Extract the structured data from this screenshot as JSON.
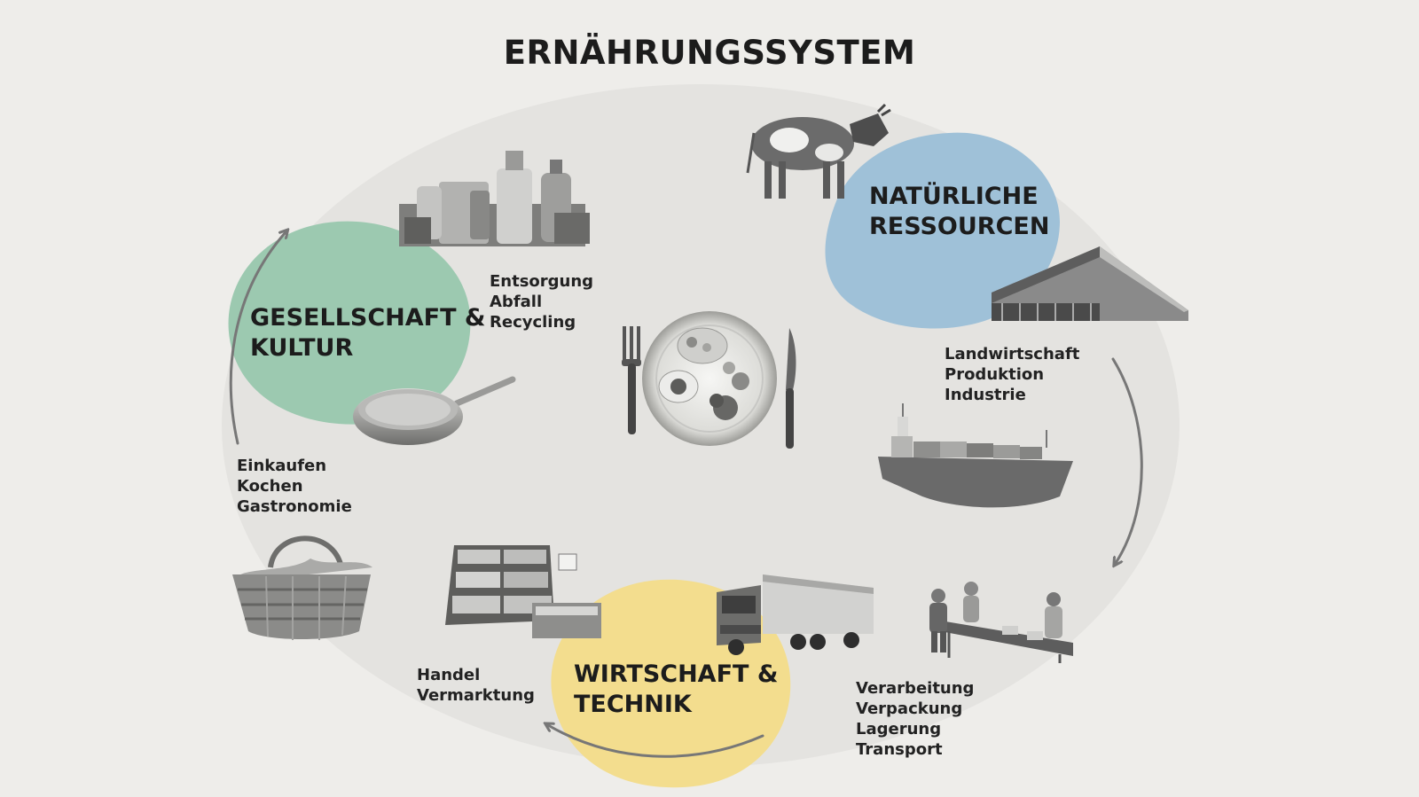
{
  "title": "ERNÄHRUNGSSYSTEM",
  "colors": {
    "background": "#eeedea",
    "ellipse": "#e4e3e0",
    "natural_resources": "#9fc1d8",
    "society_culture": "#9cc9b0",
    "economy_technology": "#f3dd8e",
    "arrows": "#777777"
  },
  "sectors": {
    "natural_resources": {
      "line1": "NATÜRLICHE",
      "line2": "RESSOURCEN"
    },
    "society_culture": {
      "line1": "GESELLSCHAFT &",
      "line2": "KULTUR"
    },
    "economy_technology": {
      "line1": "WIRTSCHAFT &",
      "line2": "TECHNIK"
    }
  },
  "activities": {
    "agriculture": [
      "Landwirtschaft",
      "Produktion",
      "Industrie"
    ],
    "processing": [
      "Verarbeitung",
      "Verpackung",
      "Lagerung",
      "Transport"
    ],
    "trade": [
      "Handel",
      "Vermarktung"
    ],
    "consumption": [
      "Einkaufen",
      "Kochen",
      "Gastronomie"
    ],
    "disposal": [
      "Entsorgung",
      "Abfall",
      "Recycling"
    ]
  },
  "illustrations": [
    "cow",
    "warehouse",
    "container-ship",
    "assembly-line-workers",
    "truck",
    "market-stall",
    "wicker-basket",
    "frying-pan",
    "waste-containers",
    "plate-with-cutlery"
  ]
}
